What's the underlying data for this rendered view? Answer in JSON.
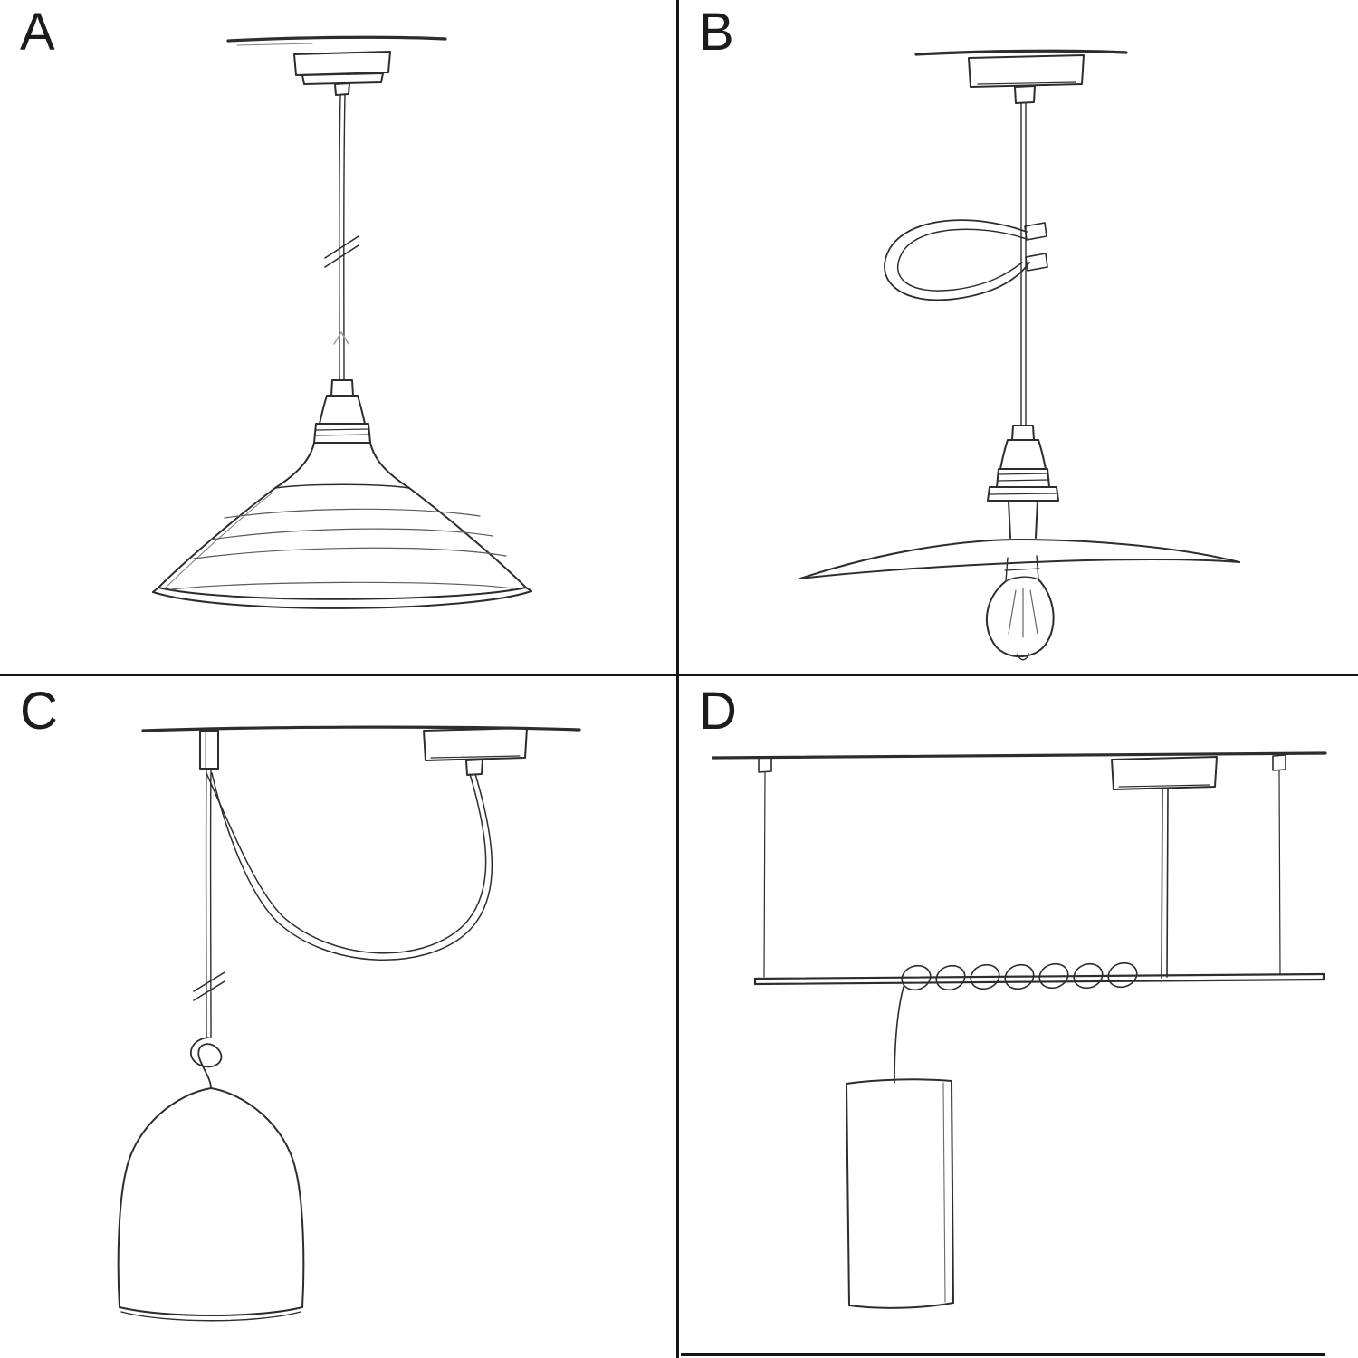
{
  "figure": {
    "description_name": "pendant-lamp-mounting-options-sketch-sheet"
  },
  "panels": [
    {
      "label": "A",
      "sketch_name": "pendant-cord-industrial-bowl-shade-sketch"
    },
    {
      "label": "B",
      "sketch_name": "pendant-cord-wire-hook-flat-plate-shade-bulb-sketch"
    },
    {
      "label": "C",
      "sketch_name": "swag-pendant-hook-knot-bell-dome-shade-sketch"
    },
    {
      "label": "D",
      "sketch_name": "bar-suspension-coiled-cord-tube-shade-sketch"
    }
  ],
  "colors": {
    "ink": "#2d2d2d",
    "divider": "#141414",
    "background": "#ffffff"
  }
}
